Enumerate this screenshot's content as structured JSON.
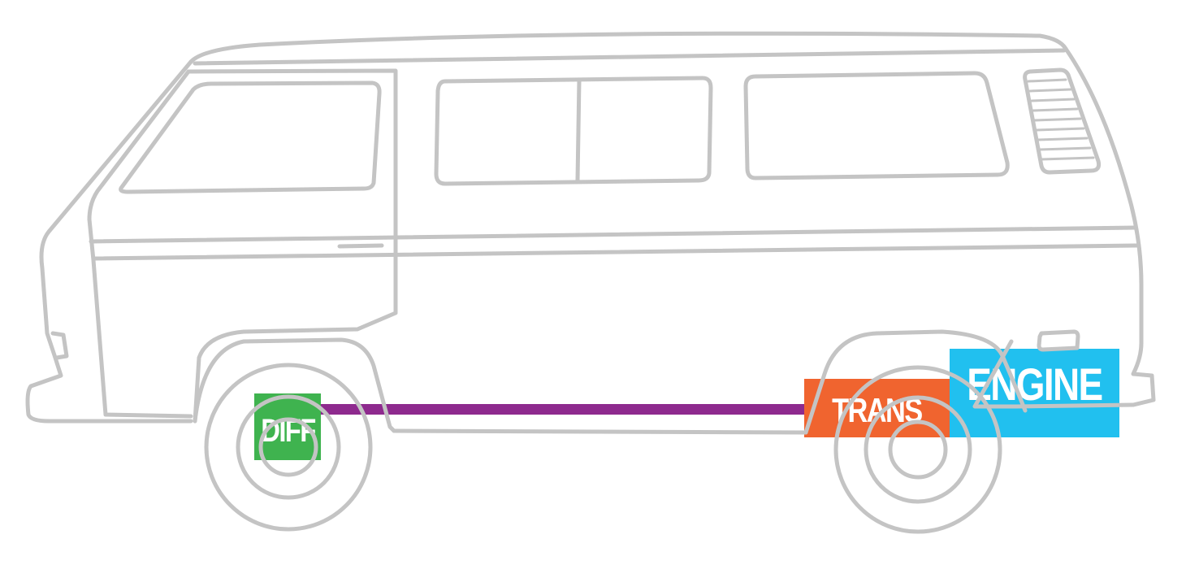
{
  "components": {
    "diff": {
      "label": "DIFF",
      "color": "#3fb34f"
    },
    "driveshaft": {
      "color": "#8e2a8e"
    },
    "trans": {
      "label": "TRANS",
      "color": "#f0642f"
    },
    "engine": {
      "label": "ENGINE",
      "color": "#21c0ef"
    }
  },
  "outline_color": "#c4c4c4"
}
